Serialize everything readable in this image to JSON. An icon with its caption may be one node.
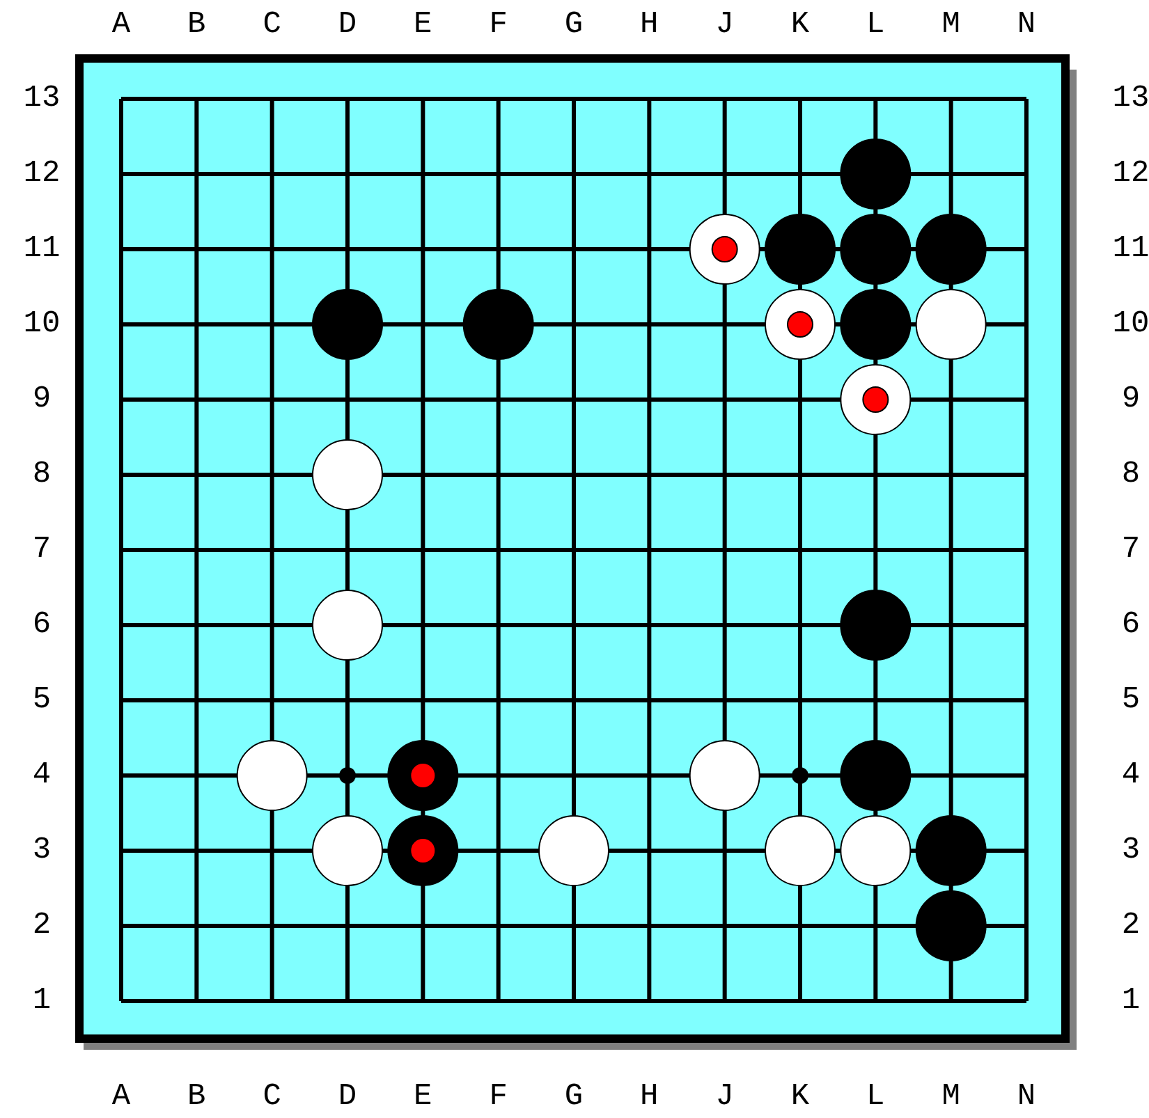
{
  "diagram": {
    "labels": [
      "A",
      "B",
      "C",
      "D",
      "E",
      "F",
      "G",
      "H",
      "J",
      "K",
      "L",
      "M",
      "N",
      "13",
      "13",
      "12",
      "12",
      "11",
      "11",
      "10",
      "10",
      "9",
      "9",
      "8",
      "8",
      "7",
      "7",
      "6",
      "6",
      "5",
      "5",
      "4",
      "4",
      "3",
      "3",
      "2",
      "2",
      "1",
      "1",
      "A",
      "B",
      "C",
      "D",
      "E",
      "F",
      "G",
      "H",
      "J",
      "K",
      "L",
      "M",
      "N"
    ]
  }
}
